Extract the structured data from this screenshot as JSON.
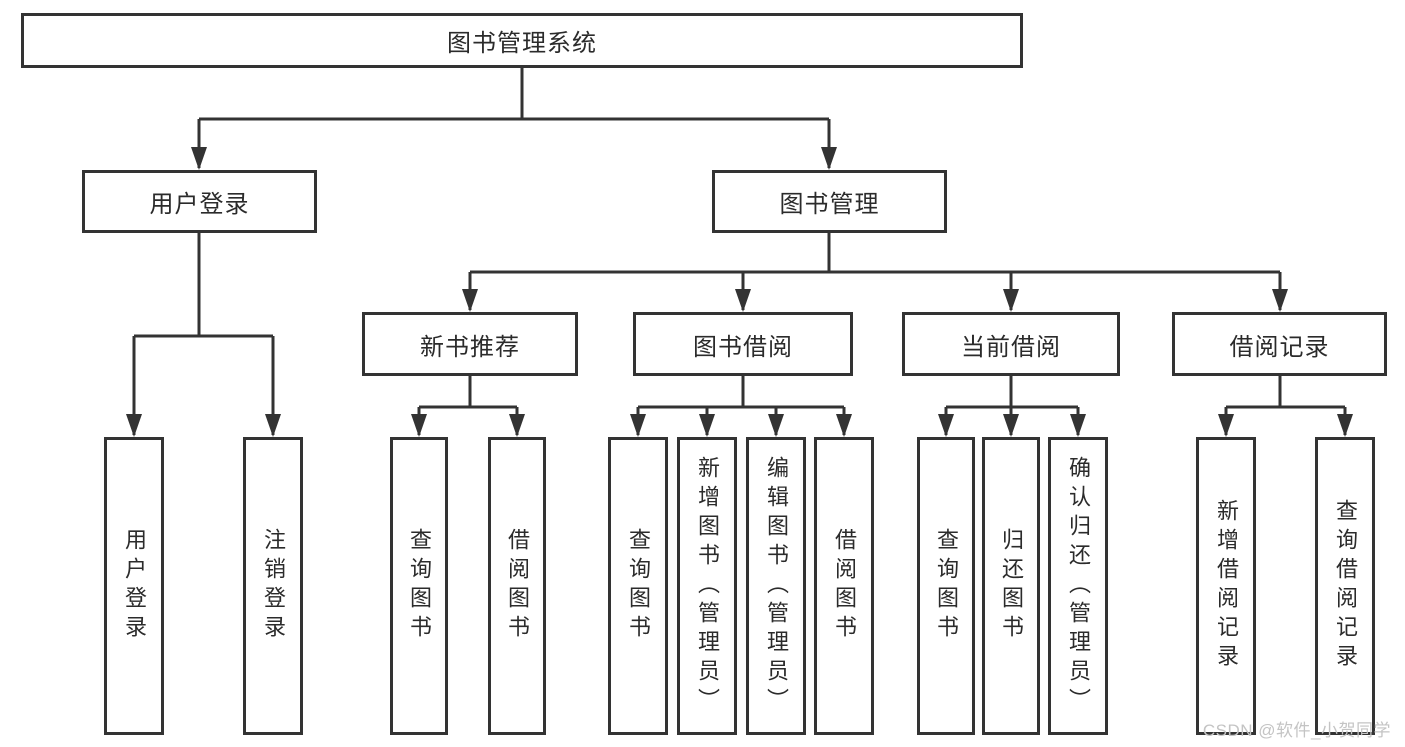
{
  "tree": {
    "root": "图书管理系统",
    "children": [
      {
        "label": "用户登录",
        "children": [
          "用户登录",
          "注销登录"
        ]
      },
      {
        "label": "图书管理",
        "children": [
          {
            "label": "新书推荐",
            "children": [
              "查询图书",
              "借阅图书"
            ]
          },
          {
            "label": "图书借阅",
            "children": [
              "查询图书",
              "新增图书（管理员）",
              "编辑图书（管理员）",
              "借阅图书"
            ]
          },
          {
            "label": "当前借阅",
            "children": [
              "查询图书",
              "归还图书",
              "确认归还（管理员）"
            ]
          },
          {
            "label": "借阅记录",
            "children": [
              "新增借阅记录",
              "查询借阅记录"
            ]
          }
        ]
      }
    ]
  },
  "watermark": "CSDN @软件_小贺同学",
  "colors": {
    "line": "#333333",
    "box_border": "#333333",
    "box_fill": "#ffffff",
    "text": "#2b2b2b",
    "watermark": "#c4c4c4"
  }
}
